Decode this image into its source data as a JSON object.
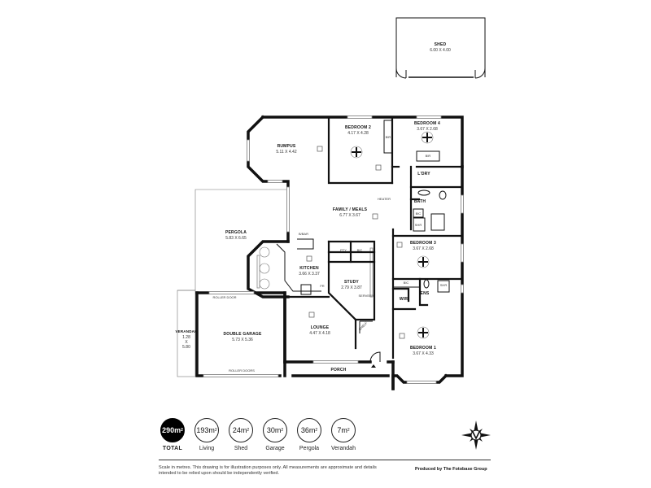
{
  "rooms": {
    "shed": {
      "name": "SHED",
      "dims": "6.00 X 4.00"
    },
    "rumpus": {
      "name": "RUMPUS",
      "dims": "5.11 X 4.42"
    },
    "bedroom2": {
      "name": "BEDROOM 2",
      "dims": "4.17 X 4.28"
    },
    "bedroom4": {
      "name": "BEDROOM 4",
      "dims": "3.67 X 2.68"
    },
    "family_meals": {
      "name": "FAMILY / MEALS",
      "dims": "6.77 X 3.67"
    },
    "pergola": {
      "name": "PERGOLA",
      "dims": "5.83 X 6.65"
    },
    "kitchen": {
      "name": "KITCHEN",
      "dims": "3.66 X 3.37"
    },
    "study": {
      "name": "STUDY",
      "dims": "2.79 X 3.87"
    },
    "bedroom3": {
      "name": "BEDROOM 3",
      "dims": "3.67 X 2.68"
    },
    "lounge": {
      "name": "LOUNGE",
      "dims": "4.47 X 4.18"
    },
    "double_garage": {
      "name": "DOUBLE GARAGE",
      "dims": "5.73 X 5.36"
    },
    "verandah": {
      "name": "VERANDAH",
      "dims_w": "1.28",
      "dims_x": "X",
      "dims_h": "5.80"
    },
    "bedroom1": {
      "name": "BEDROOM 1",
      "dims": "3.67 X 4.33"
    }
  },
  "labels": {
    "ldry": "L'DRY",
    "bath": "BATH",
    "ens": "ENS",
    "wir": "WIR",
    "bir": "BIR",
    "bir2": "BIR",
    "bic": "BIC",
    "bic2": "BIC",
    "bic3": "BIC",
    "shr": "SHR",
    "shr2": "SHR",
    "pty": "PTY",
    "bbar": "B/BAR",
    "fr": "FR",
    "servery": "SERVERY",
    "shelf": "SHELF",
    "heater": "HEATER",
    "porch": "PORCH",
    "roller_door": "ROLLER DOOR",
    "roller_doors": "ROLLER DOORS"
  },
  "stats": [
    {
      "value": "290m",
      "label": "TOTAL",
      "total": true
    },
    {
      "value": "193m",
      "label": "Living"
    },
    {
      "value": "24m",
      "label": "Shed"
    },
    {
      "value": "30m",
      "label": "Garage"
    },
    {
      "value": "36m",
      "label": "Pergola"
    },
    {
      "value": "7m",
      "label": "Verandah"
    }
  ],
  "footer": {
    "disclaimer": "Scale in metres. This drawing is for illustration purposes only. All measurements are approximate and details intended to be relied upon should be independently verified.",
    "credit": "Produced by The Fotobase Group"
  },
  "icons": {
    "compass": "compass-rose-icon",
    "ceiling_fan": "ceiling-fan-icon",
    "heater_vent": "heater-vent-icon"
  }
}
